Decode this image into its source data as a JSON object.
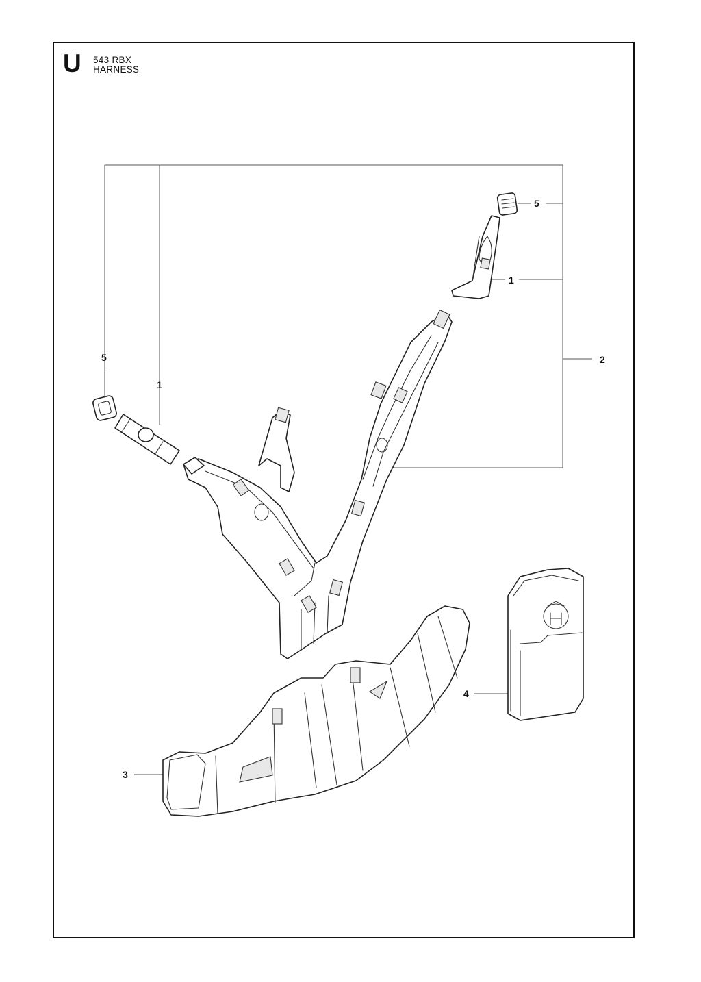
{
  "header": {
    "section_letter": "U",
    "model": "543 RBX",
    "title": "HARNESS"
  },
  "callouts": {
    "item_1_left": "1",
    "item_1_right": "1",
    "item_2": "2",
    "item_3": "3",
    "item_4": "4",
    "item_5_left": "5",
    "item_5_right": "5"
  },
  "parts": {
    "brand_logo": "husqvarna-crown-logo"
  }
}
